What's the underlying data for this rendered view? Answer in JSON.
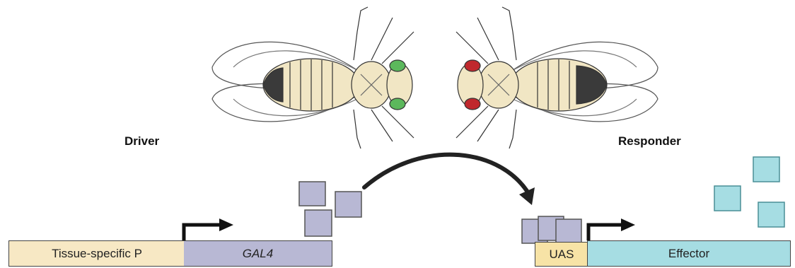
{
  "labels": {
    "driver": "Driver",
    "responder": "Responder"
  },
  "driver_construct": {
    "promoter": "Tissue-specific P",
    "gene": "GAL4"
  },
  "responder_construct": {
    "uas": "UAS",
    "effector": "Effector"
  },
  "colors": {
    "promoter_fill": "#f7e8c4",
    "gal4_fill": "#b8b8d4",
    "uas_fill": "#f7e3a6",
    "effector_fill": "#a6dde3",
    "protein_gal4": "#b8b8d4",
    "protein_effector": "#a6dde3",
    "fly_body": "#f1e6c4",
    "driver_eye": "#5cb85c",
    "responder_eye": "#c0282d",
    "abdomen_tip": "#3a3a3a"
  }
}
